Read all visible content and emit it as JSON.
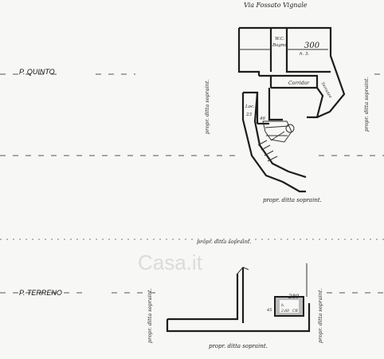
{
  "top_street_label": "Via Fossato Vignale",
  "levels": {
    "upper": {
      "label": "P. QUINTO"
    },
    "ground": {
      "label": "P. TERRENO"
    }
  },
  "rooms": {
    "bagno": "Bagno",
    "wc": "W.C.",
    "room_300": "300",
    "room_300_sub": "h. 3.",
    "corridor": "Corridor",
    "terrace": "Terrazzo",
    "loc": "Loc.",
    "loc_num": "23",
    "small_a": "46",
    "ground_value": "280",
    "ground_left": "45",
    "ground_tiny_1": "h.",
    "ground_tiny_2": "2.60",
    "ground_tiny_3": "CR"
  },
  "neighbour_texts": {
    "upper_left_vertical": "propr. ditta sopraint.",
    "upper_right_vertical": "propr. ditta sopraint.",
    "upper_bottom": "propr. ditta sopraint.",
    "ground_top": "propr. ditta sopraint.",
    "ground_left_vertical": "propr. ditta sopraint.",
    "ground_right_vertical": "propr. ditta sopraint.",
    "ground_bottom": "propr. ditta sopraint."
  },
  "watermark": "Casa.it"
}
